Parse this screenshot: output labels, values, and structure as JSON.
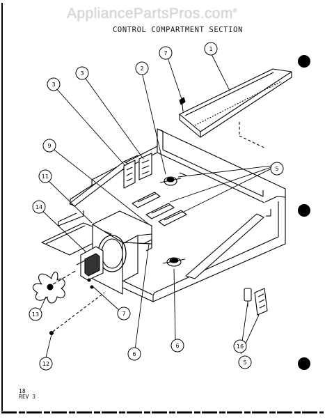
{
  "watermark": "AppliancePartsPros.com",
  "watermark_symbol": "®",
  "title": "CONTROL COMPARTMENT SECTION",
  "footer": {
    "page": "18",
    "revision": "REV 3"
  },
  "callouts": [
    {
      "id": "c1",
      "label": "1"
    },
    {
      "id": "c2",
      "label": "2"
    },
    {
      "id": "c3a",
      "label": "3"
    },
    {
      "id": "c3b",
      "label": "3"
    },
    {
      "id": "c5a",
      "label": "5"
    },
    {
      "id": "c5b",
      "label": "5"
    },
    {
      "id": "c6a",
      "label": "6"
    },
    {
      "id": "c6b",
      "label": "6"
    },
    {
      "id": "c7a",
      "label": "7"
    },
    {
      "id": "c7b",
      "label": "7"
    },
    {
      "id": "c9",
      "label": "9"
    },
    {
      "id": "c11",
      "label": "11"
    },
    {
      "id": "c12",
      "label": "12"
    },
    {
      "id": "c13",
      "label": "13"
    },
    {
      "id": "c14",
      "label": "14"
    },
    {
      "id": "c16",
      "label": "16"
    }
  ],
  "colors": {
    "ink": "#000000",
    "paper": "#ffffff",
    "watermark": "#d6d6d6"
  }
}
